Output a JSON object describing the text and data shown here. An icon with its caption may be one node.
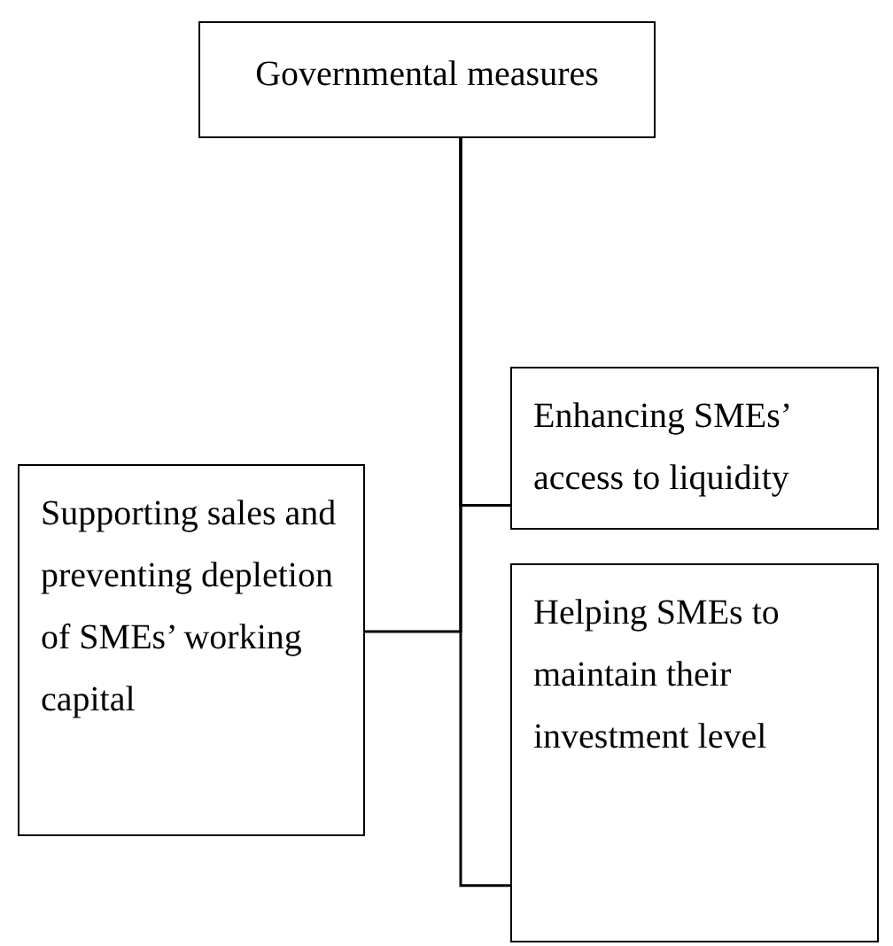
{
  "diagram": {
    "nodes": [
      {
        "text": [
          "Governmental measures"
        ]
      },
      {
        "text": [
          "Supporting sales and preventing depletion of SMEs’ working capital"
        ]
      },
      {
        "text": [
          "Enhancing SMEs’ access to liquidity"
        ]
      },
      {
        "text": [
          "Helping SMEs to maintain their investment level"
        ]
      }
    ],
    "edges": [
      {
        "from": 0,
        "to": 1,
        "arrow": "none"
      },
      {
        "from": 0,
        "to": 2,
        "arrow": "none"
      },
      {
        "from": 0,
        "to": 3,
        "arrow": "none"
      }
    ]
  }
}
